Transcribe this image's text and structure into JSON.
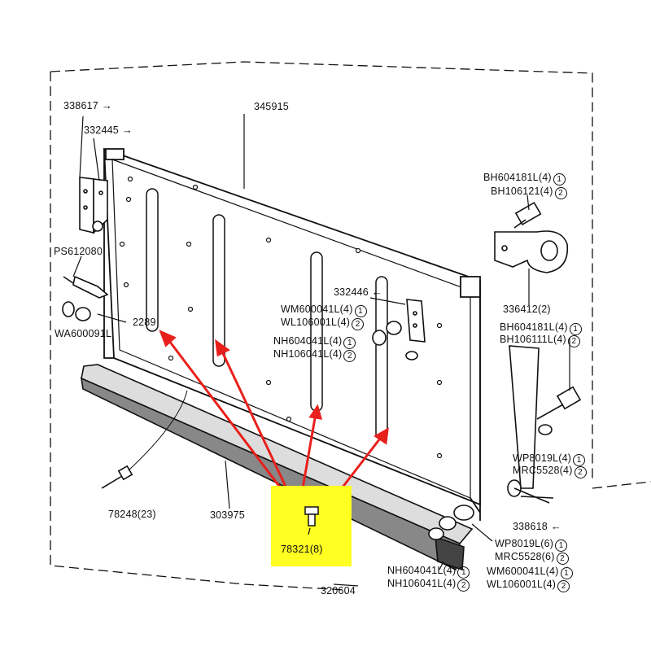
{
  "diagram": {
    "parts": [
      {
        "id": "p338617",
        "part": "338617",
        "arrow": "→"
      },
      {
        "id": "p332445",
        "part": "332445",
        "arrow": "→"
      },
      {
        "id": "p345915",
        "part": "345915"
      },
      {
        "id": "pBH604181L_a",
        "part": "BH604181L(4)",
        "ref": "1"
      },
      {
        "id": "pBH106121L",
        "part": "BH106121(4)",
        "ref": "2"
      },
      {
        "id": "pPS612080",
        "part": "PS612080"
      },
      {
        "id": "p2289",
        "part": "2289"
      },
      {
        "id": "pWA600091L",
        "part": "WA600091L"
      },
      {
        "id": "p332446",
        "part": "332446",
        "arrow": "←"
      },
      {
        "id": "pWM600041L_a",
        "part": "WM600041L(4)",
        "ref": "1"
      },
      {
        "id": "pWL106001L_a",
        "part": "WL106001L(4)",
        "ref": "2"
      },
      {
        "id": "pNH604041L_a",
        "part": "NH604041L(4)",
        "ref": "1"
      },
      {
        "id": "pNH106041L_a",
        "part": "NH106041L(4)",
        "ref": "2"
      },
      {
        "id": "p336412",
        "part": "336412(2)"
      },
      {
        "id": "pBH604181L_b",
        "part": "BH604181L(4)",
        "ref": "1"
      },
      {
        "id": "pBH106111L",
        "part": "BH106111L(4)",
        "ref": "2"
      },
      {
        "id": "pWP8019L_a",
        "part": "WP8019L(4)",
        "ref": "1"
      },
      {
        "id": "pMRC5528_a",
        "part": "MRC5528(4)",
        "ref": "2"
      },
      {
        "id": "p338618",
        "part": "338618",
        "arrow": "←"
      },
      {
        "id": "p78248",
        "part": "78248(23)"
      },
      {
        "id": "p303975",
        "part": "303975"
      },
      {
        "id": "pWP8019L_b",
        "part": "WP8019L(6)",
        "ref": "1"
      },
      {
        "id": "pMRC5528_b",
        "part": "MRC5528(6)",
        "ref": "2"
      },
      {
        "id": "pNH604041L_b",
        "part": "NH604041L(4)",
        "ref": "1"
      },
      {
        "id": "pNH106041L_b",
        "part": "NH106041L(4)",
        "ref": "2"
      },
      {
        "id": "pWM600041L_b",
        "part": "WM600041L(4)",
        "ref": "1"
      },
      {
        "id": "pWL106001L_b",
        "part": "WL106001L(4)",
        "ref": "2"
      },
      {
        "id": "p320604",
        "part": "320604"
      }
    ],
    "callout": {
      "part": "78321(8)"
    },
    "colors": {
      "callout_bg": "#ffff22",
      "pointer_arrow": "#e8201c",
      "ink": "#111111"
    }
  }
}
